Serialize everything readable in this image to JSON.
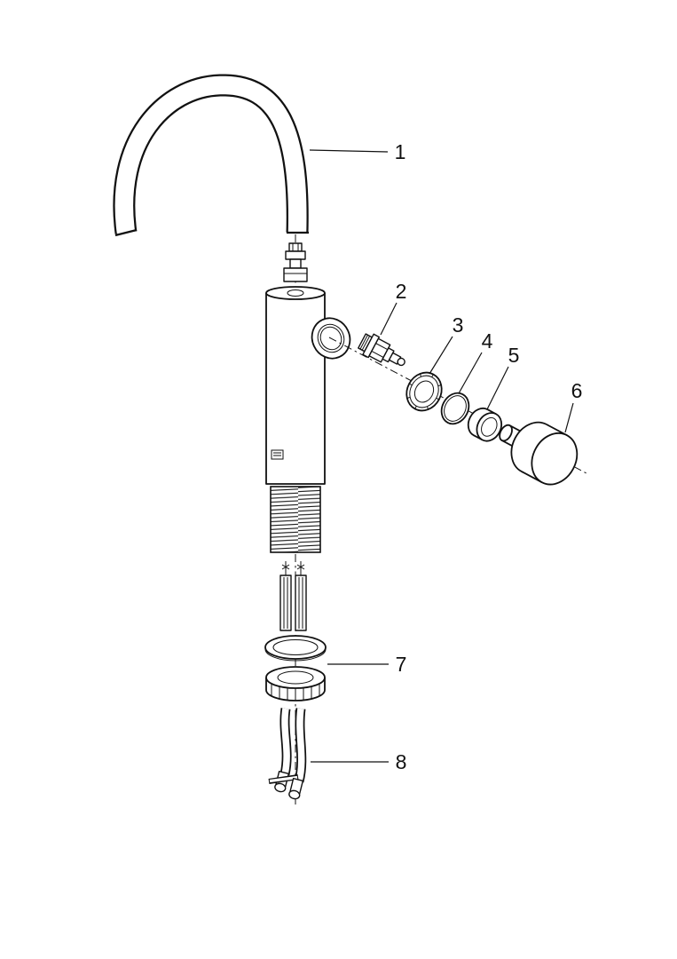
{
  "diagram": {
    "kind": "exploded-parts-diagram",
    "colors": {
      "background": "#ffffff",
      "line": "#111111"
    },
    "labels": [
      {
        "text": "1",
        "part": "spout"
      },
      {
        "text": "2",
        "part": "cartridge"
      },
      {
        "text": "3",
        "part": "cartridge-nut"
      },
      {
        "text": "4",
        "part": "o-ring"
      },
      {
        "text": "5",
        "part": "spacer-sleeve"
      },
      {
        "text": "6",
        "part": "handle"
      },
      {
        "text": "7",
        "part": "mounting-set"
      },
      {
        "text": "8",
        "part": "supply-hoses"
      }
    ]
  }
}
